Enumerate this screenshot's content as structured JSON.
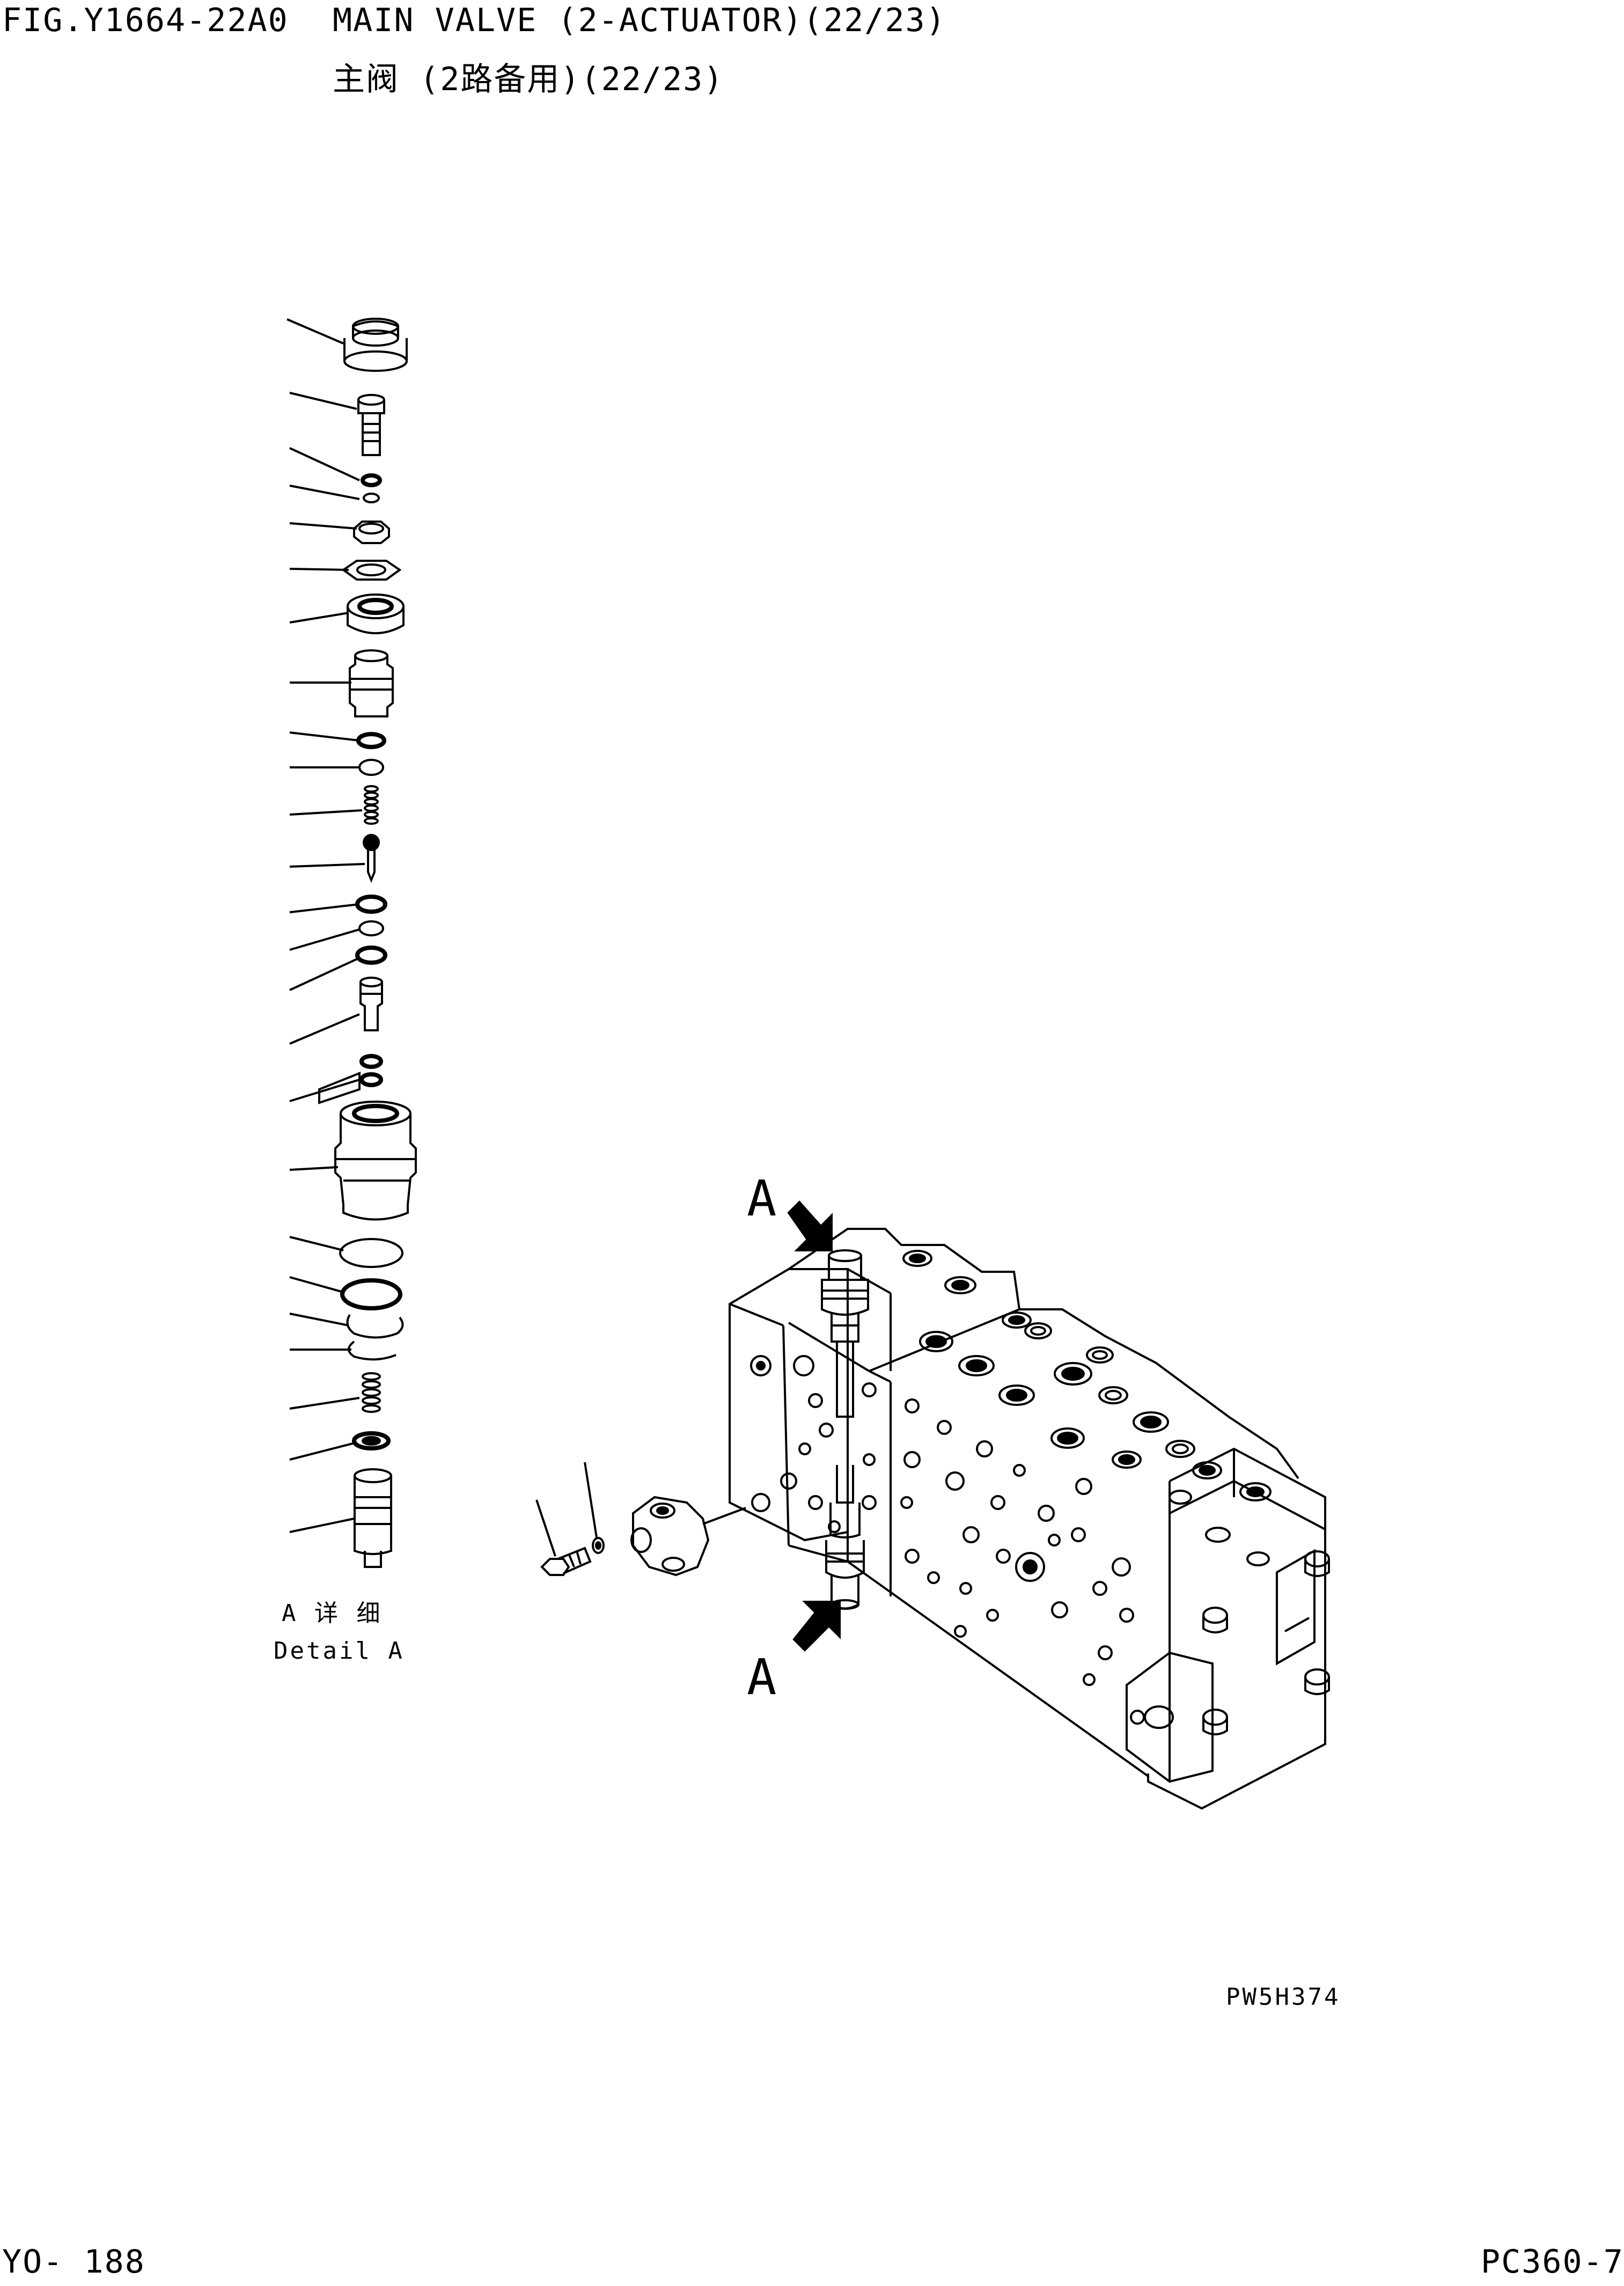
{
  "header": {
    "figure_no": "FIG.Y1664-22A0",
    "title_en": "MAIN VALVE (2-ACTUATOR)(22/23)",
    "title_cn": "主阀 (2路备用)(22/23)"
  },
  "detail": {
    "label_cn": "A 详 细",
    "label_en": "Detail A",
    "callout_top": "A",
    "callout_bottom": "A"
  },
  "drawing_code": "PW5H374",
  "footer": {
    "page": "YO- 188",
    "model": "PC360-7"
  }
}
